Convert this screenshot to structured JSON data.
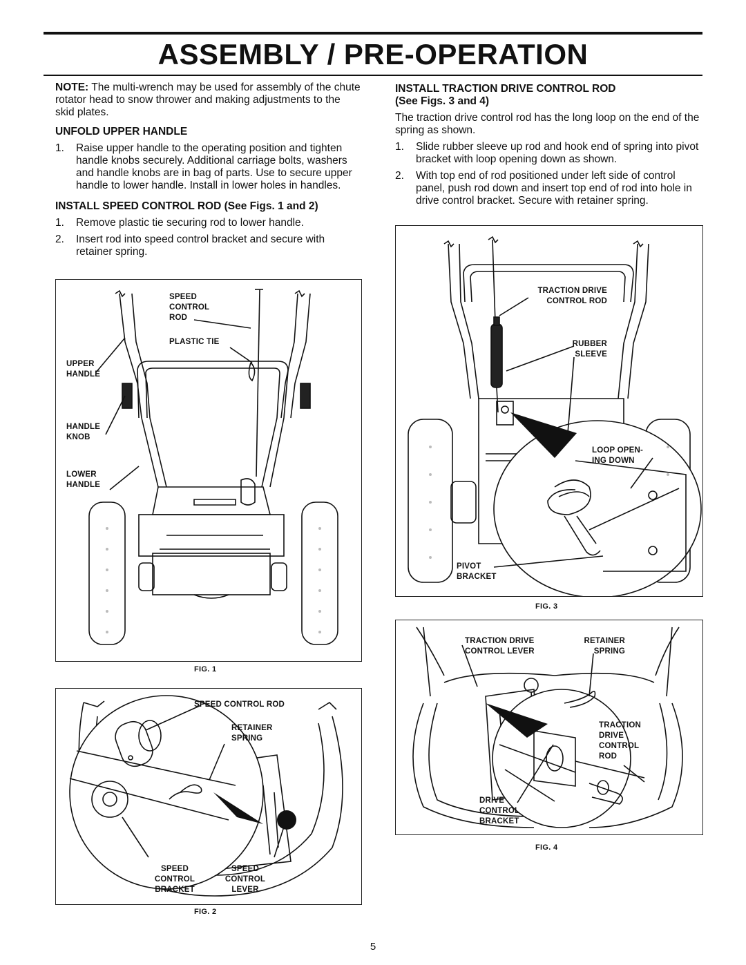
{
  "page": {
    "title": "ASSEMBLY / PRE-OPERATION",
    "page_number": "5"
  },
  "left": {
    "note_label": "NOTE:",
    "note_text": " The multi-wrench may be used for assembly of the chute rotator head to snow thrower and making adjustments to the skid plates.",
    "unfold_heading": "UNFOLD UPPER HANDLE",
    "unfold_steps": [
      {
        "num": "1.",
        "text": "Raise upper handle to the operating position and tighten handle knobs securely. Additional carriage bolts, washers and handle knobs are in bag of parts. Use to secure upper handle to lower handle. Install in lower holes in handles."
      }
    ],
    "speed_heading": "INSTALL SPEED CONTROL ROD (See Figs. 1 and 2)",
    "speed_steps": [
      {
        "num": "1.",
        "text": "Remove plastic tie securing rod to lower handle."
      },
      {
        "num": "2.",
        "text": "Insert rod into speed control bracket and secure with retainer spring."
      }
    ]
  },
  "right": {
    "traction_heading_1": "INSTALL TRACTION DRIVE CONTROL ROD",
    "traction_heading_2": "(See Figs. 3 and 4)",
    "traction_intro": "The traction drive control rod has the long loop on the end of the spring as shown.",
    "traction_steps": [
      {
        "num": "1.",
        "text": "Slide rubber sleeve up rod and hook end of spring into pivot bracket with loop opening down as shown."
      },
      {
        "num": "2.",
        "text": "With top end of rod positioned under left side of control panel, push rod down and insert top end of rod into hole in drive control bracket. Secure with retainer spring."
      }
    ]
  },
  "fig1": {
    "caption": "FIG. 1",
    "labels": {
      "speed_control_rod": "SPEED\nCONTROL\nROD",
      "plastic_tie": "PLASTIC TIE",
      "upper_handle": "UPPER\nHANDLE",
      "handle_knob": "HANDLE\nKNOB",
      "lower_handle": "LOWER\nHANDLE"
    }
  },
  "fig2": {
    "caption": "FIG. 2",
    "labels": {
      "speed_control_rod": "SPEED CONTROL ROD",
      "retainer_spring": "RETAINER\nSPRING",
      "speed_control_bracket": "SPEED\nCONTROL\nBRACKET",
      "speed_control_lever": "SPEED\nCONTROL\nLEVER"
    }
  },
  "fig3": {
    "caption": "FIG. 3",
    "labels": {
      "traction_drive_control_rod": "TRACTION DRIVE\nCONTROL ROD",
      "rubber_sleeve": "RUBBER\nSLEEVE",
      "loop_opening_down": "LOOP OPEN-\nING DOWN",
      "pivot_bracket": "PIVOT\nBRACKET"
    }
  },
  "fig4": {
    "caption": "FIG. 4",
    "labels": {
      "traction_drive_control_lever": "TRACTION DRIVE\nCONTROL LEVER",
      "retainer_spring": "RETAINER\nSPRING",
      "traction_drive_control_rod": "TRACTION\nDRIVE\nCONTROL\nROD",
      "drive_control_bracket": "DRIVE\nCONTROL\nBRACKET"
    }
  }
}
